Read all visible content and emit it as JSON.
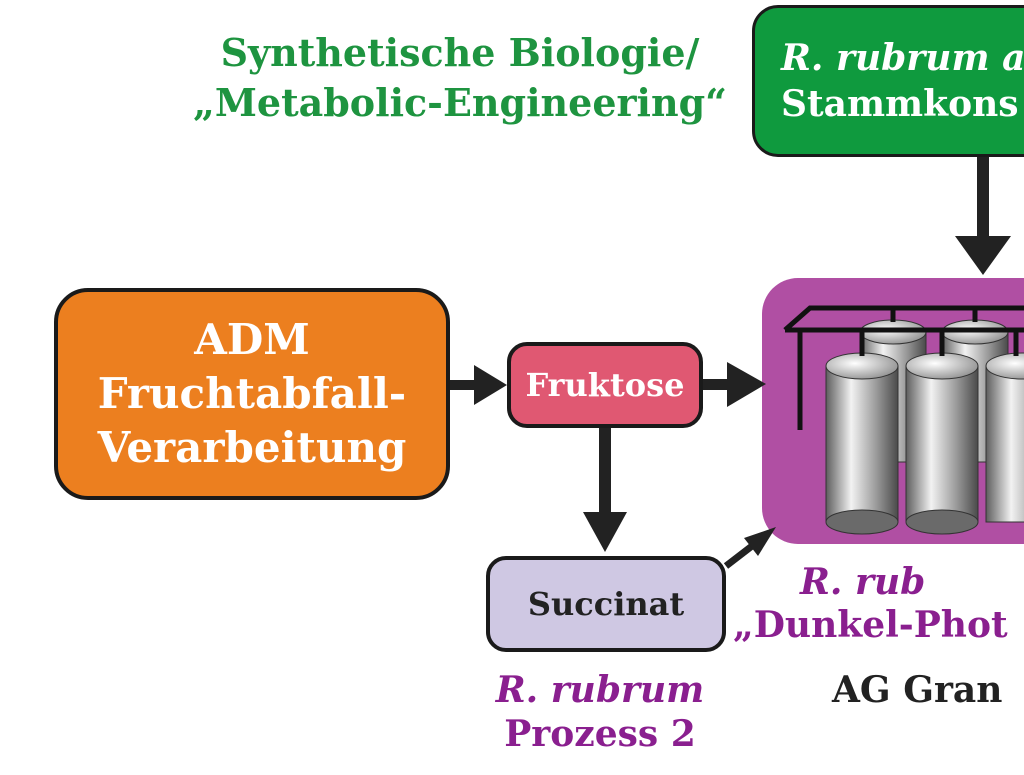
{
  "green_title": {
    "line1": "Synthetische Biologie/",
    "line2": "„Metabolic-Engineering“"
  },
  "strain_box": {
    "line1": "R. rubrum a",
    "line2": "Stammkons"
  },
  "adm_box": {
    "line1": "ADM",
    "line2": "Fruchtabfall-",
    "line3": "Verarbeitung"
  },
  "fructose_box": {
    "label": "Fruktose"
  },
  "succinate_box": {
    "label": "Succinat"
  },
  "process2_label": {
    "line1": "R. rubrum",
    "line2": "Prozess 2"
  },
  "reactor_label": {
    "line1": "R. rub",
    "line2": "„Dunkel-Phot",
    "line3": "AG Gran"
  },
  "colors": {
    "green_text": "#1e9440",
    "green_box": "#0f9a3e",
    "orange_box": "#ec7f1f",
    "pink_box": "#e05872",
    "lavender_box": "#cfc8e3",
    "magenta_reactor": "#b04fa3",
    "purple_text": "#8a1f8f"
  }
}
